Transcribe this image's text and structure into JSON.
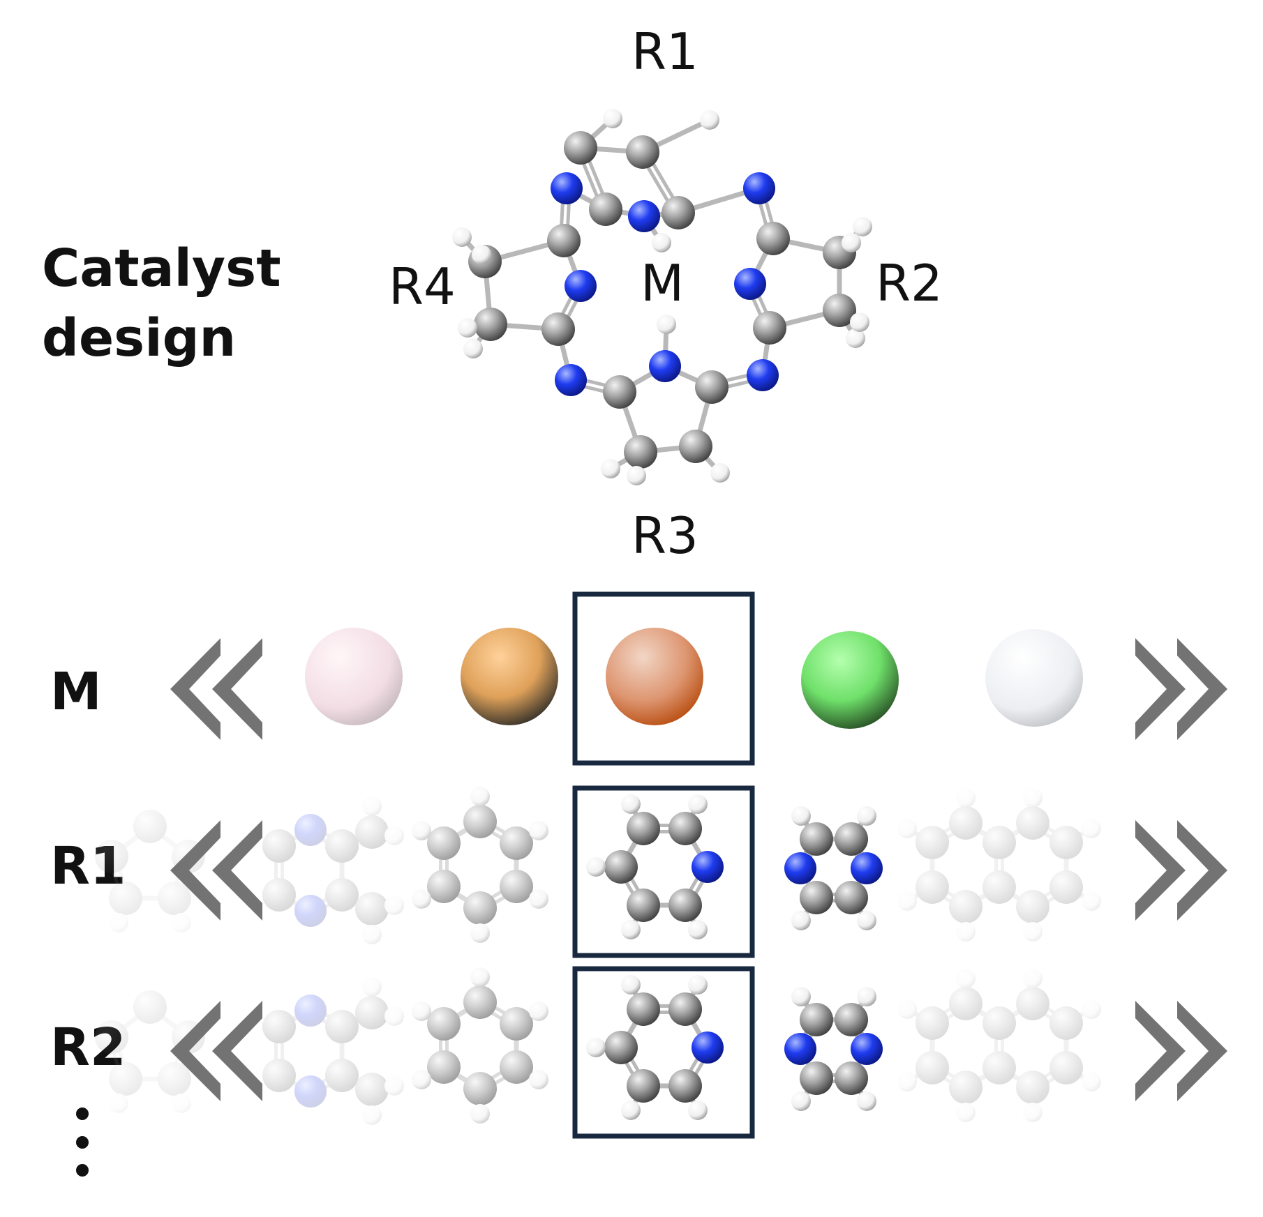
{
  "title_lines": [
    "Catalyst",
    "design"
  ],
  "site_labels": {
    "r1": "R1",
    "r2": "R2",
    "r3": "R3",
    "r4": "R4",
    "m": "M"
  },
  "rows": [
    {
      "label": "M"
    },
    {
      "label": "R1"
    },
    {
      "label": "R2"
    }
  ],
  "colors": {
    "carbon": "#9a9a9a",
    "nitrogen": "#1f3cf0",
    "hydrogen": "#f4f4f4",
    "bond": "#b8b8b8",
    "chevron": "#737373",
    "selection_box": "#17283f",
    "metal_spheres": [
      "#f3dde4",
      "#e0a45a",
      "#dc8d62",
      "#6fe06a",
      "#e6e8ee"
    ]
  },
  "icons": [
    "chevron-left-double-icon",
    "chevron-right-double-icon",
    "ellipsis-vertical-icon"
  ]
}
